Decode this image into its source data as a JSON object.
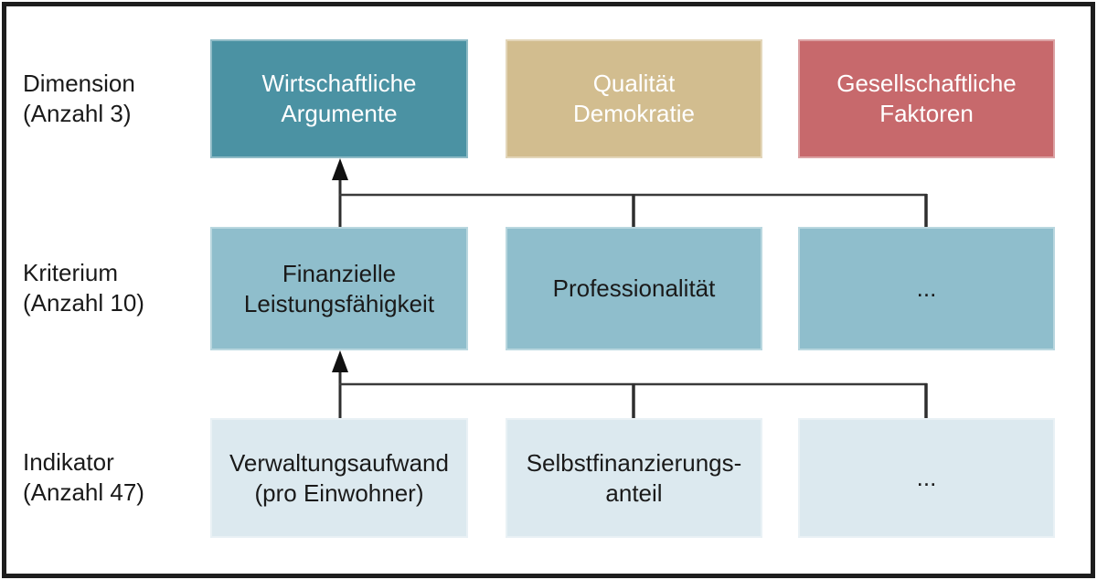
{
  "rows": [
    {
      "label": "Dimension\n(Anzahl 3)",
      "boxes": [
        {
          "text": "Wirtschaftliche\nArgumente",
          "bg": "#4B92A3"
        },
        {
          "text": "Qualität\nDemokratie",
          "bg": "#D2BD8F"
        },
        {
          "text": "Gesellschaftliche\nFaktoren",
          "bg": "#C7696C"
        }
      ]
    },
    {
      "label": "Kriterium\n(Anzahl 10)",
      "boxes": [
        {
          "text": "Finanzielle\nLeistungsfähigkeit",
          "bg": "#8FBECC"
        },
        {
          "text": "Professionalität",
          "bg": "#8FBECC"
        },
        {
          "text": "...",
          "bg": "#8FBECC"
        }
      ]
    },
    {
      "label": "Indikator\n(Anzahl 47)",
      "boxes": [
        {
          "text": "Verwaltungsaufwand\n(pro Einwohner)",
          "bg": "#DCE9EF"
        },
        {
          "text": "Selbstfinanzierungs-\nanteil",
          "bg": "#DCE9EF"
        },
        {
          "text": "...",
          "bg": "#DCE9EF"
        }
      ]
    }
  ],
  "connectors": [
    {
      "from": "Kriterium level (3 branches)",
      "to": "Wirtschaftliche Argumente",
      "type": "arrow-up"
    },
    {
      "from": "Indikator level (3 branches)",
      "to": "Finanzielle Leistungsfähigkeit",
      "type": "arrow-up"
    }
  ],
  "colors": {
    "dimension_box_1": "#4B92A3",
    "dimension_box_2": "#D2BD8F",
    "dimension_box_3": "#C7696C",
    "kriterium_box": "#8FBECC",
    "indikator_box": "#DCE9EF",
    "connector_line": "#3a3a3a",
    "frame": "#1d1d1d",
    "label_text": "#1a1a1a",
    "dimension_text": "#ffffff"
  }
}
